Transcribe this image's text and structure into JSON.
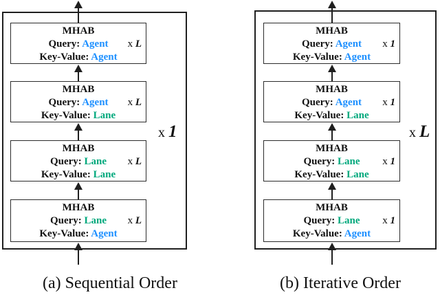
{
  "palette": {
    "agent_blue": "#1E90FF",
    "lane_green": "#00A87C",
    "line_black": "#1f1f1f"
  },
  "diagrams": [
    {
      "caption": "(a) Sequential Order",
      "outer_repeat": {
        "prefix": "x",
        "value": "1"
      },
      "blocks": [
        {
          "title": "MHAB",
          "query_label": "Query:",
          "query_value": "Agent",
          "query_color": "agent",
          "kv_label": "Key-Value:",
          "kv_value": "Agent",
          "kv_color": "agent",
          "repeat_prefix": "x",
          "repeat_value": "L"
        },
        {
          "title": "MHAB",
          "query_label": "Query:",
          "query_value": "Agent",
          "query_color": "agent",
          "kv_label": "Key-Value:",
          "kv_value": "Lane",
          "kv_color": "lane",
          "repeat_prefix": "x",
          "repeat_value": "L"
        },
        {
          "title": "MHAB",
          "query_label": "Query:",
          "query_value": "Lane",
          "query_color": "lane",
          "kv_label": "Key-Value:",
          "kv_value": "Lane",
          "kv_color": "lane",
          "repeat_prefix": "x",
          "repeat_value": "L"
        },
        {
          "title": "MHAB",
          "query_label": "Query:",
          "query_value": "Lane",
          "query_color": "lane",
          "kv_label": "Key-Value:",
          "kv_value": "Agent",
          "kv_color": "agent",
          "repeat_prefix": "x",
          "repeat_value": "L"
        }
      ]
    },
    {
      "caption": "(b) Iterative Order",
      "outer_repeat": {
        "prefix": "x",
        "value": "L"
      },
      "blocks": [
        {
          "title": "MHAB",
          "query_label": "Query:",
          "query_value": "Agent",
          "query_color": "agent",
          "kv_label": "Key-Value:",
          "kv_value": "Agent",
          "kv_color": "agent",
          "repeat_prefix": "x",
          "repeat_value": "1"
        },
        {
          "title": "MHAB",
          "query_label": "Query:",
          "query_value": "Agent",
          "query_color": "agent",
          "kv_label": "Key-Value:",
          "kv_value": "Lane",
          "kv_color": "lane",
          "repeat_prefix": "x",
          "repeat_value": "1"
        },
        {
          "title": "MHAB",
          "query_label": "Query:",
          "query_value": "Lane",
          "query_color": "lane",
          "kv_label": "Key-Value:",
          "kv_value": "Lane",
          "kv_color": "lane",
          "repeat_prefix": "x",
          "repeat_value": "1"
        },
        {
          "title": "MHAB",
          "query_label": "Query:",
          "query_value": "Lane",
          "query_color": "lane",
          "kv_label": "Key-Value:",
          "kv_value": "Agent",
          "kv_color": "agent",
          "repeat_prefix": "x",
          "repeat_value": "1"
        }
      ]
    }
  ]
}
